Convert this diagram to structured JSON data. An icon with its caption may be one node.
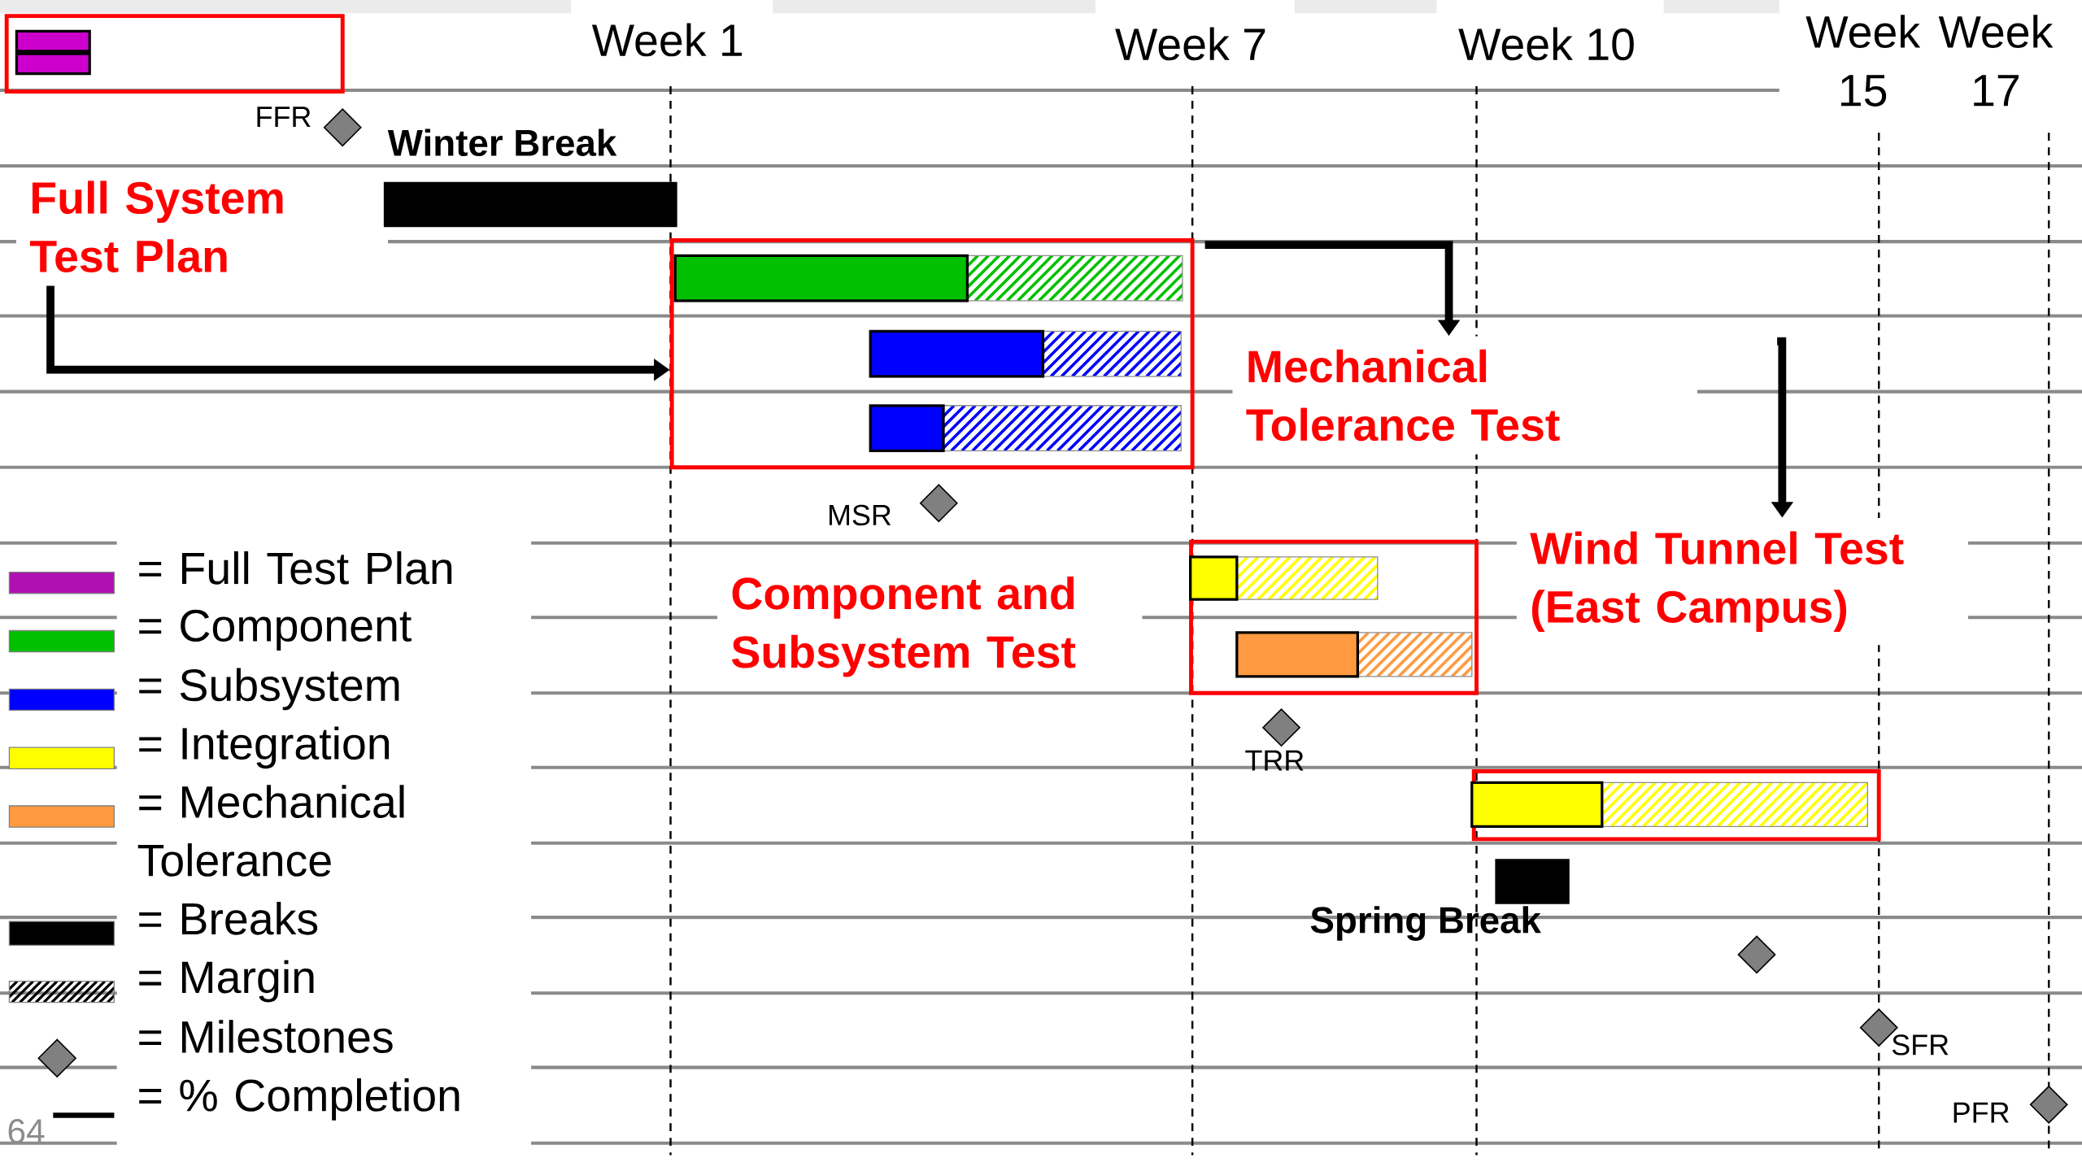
{
  "diagram": {
    "nodes": [
      {
        "text": [],
        "shape": "box"
      },
      {
        "text": [],
        "shape": "bar",
        "in": 0
      },
      {
        "text": [
          "Full System Test Plan"
        ]
      },
      {
        "text": [],
        "shape": "diamond",
        "beside": [
          "FFR"
        ]
      },
      {
        "text": [],
        "shape": "bar",
        "beside": [
          "Winter Break"
        ]
      },
      {
        "text": [],
        "shape": "box"
      },
      {
        "text": [],
        "shape": "bar",
        "in": 5
      },
      {
        "text": [],
        "shape": "bar",
        "in": 5
      },
      {
        "text": [],
        "shape": "bar",
        "in": 5
      },
      {
        "text": [],
        "shape": "diamond",
        "beside": [
          "MSR"
        ]
      },
      {
        "text": [
          "Component and Subsystem Test"
        ]
      },
      {
        "text": [
          "Mechanical Tolerance Test"
        ]
      },
      {
        "text": [],
        "shape": "box"
      },
      {
        "text": [],
        "shape": "bar",
        "in": 12
      },
      {
        "text": [],
        "shape": "bar",
        "in": 12
      },
      {
        "text": [],
        "shape": "diamond",
        "beside": [
          "TRR"
        ]
      },
      {
        "text": [
          "Wind Tunnel Test (East Campus)"
        ]
      },
      {
        "text": [],
        "shape": "box"
      },
      {
        "text": [],
        "shape": "bar",
        "in": 17
      },
      {
        "text": [],
        "shape": "bar",
        "beside": [
          "Spring Break"
        ]
      },
      {
        "text": [],
        "shape": "diamond"
      },
      {
        "text": [],
        "shape": "diamond",
        "beside": [
          "SFR"
        ]
      },
      {
        "text": [],
        "shape": "diamond",
        "beside": [
          "PFR"
        ]
      }
    ],
    "edges": [
      {
        "from": 2,
        "to": 5,
        "arrow": "to"
      },
      {
        "from": 5,
        "to": 11,
        "arrow": "to"
      },
      {
        "from": 11,
        "to": 16,
        "arrow": "to"
      }
    ],
    "labels": [
      "Week 1",
      "Week 7",
      "Week 10",
      "Week 15",
      "Week 17",
      "64"
    ],
    "legend": [
      {
        "text": "= Full Test Plan",
        "color": "#b010b0"
      },
      {
        "text": "= Component",
        "color": "#00c000"
      },
      {
        "text": "= Subsystem",
        "color": "#0000ff"
      },
      {
        "text": "= Integration",
        "color": "#ffff00"
      },
      {
        "text": "= Mechanical Tolerance",
        "color": "#ff9a40"
      },
      {
        "text": "= Breaks",
        "color": "#000000"
      },
      {
        "text": "= Margin"
      },
      {
        "text": "= Milestones"
      },
      {
        "text": "= % Completion"
      }
    ]
  }
}
